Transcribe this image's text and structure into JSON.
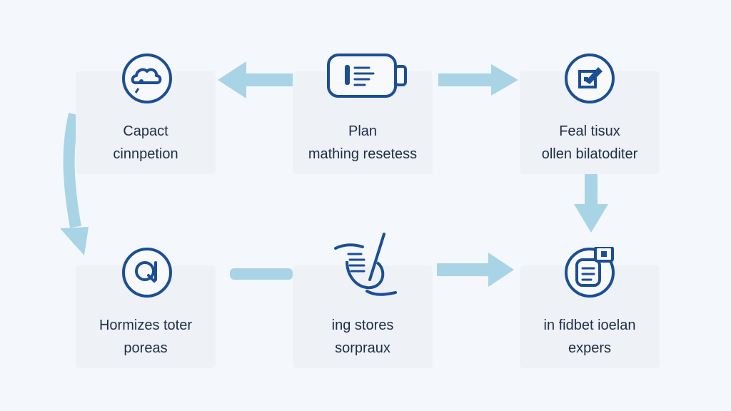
{
  "colors": {
    "background": "#f4f7fb",
    "card": "#eef1f5",
    "icon": "#1c4e96",
    "arrow": "#a8d4e6",
    "text": "#1f2d4a"
  },
  "steps": [
    {
      "line1": "Capact",
      "line2": "cinnpetion",
      "icon": "cloud-speech-icon"
    },
    {
      "line1": "Plan",
      "line2": "mathing resetess",
      "icon": "battery-document-icon"
    },
    {
      "line1": "Feal tisux",
      "line2": "ollen bilatoditer",
      "icon": "pencil-note-icon"
    },
    {
      "line1": "Hormizes toter",
      "line2": "poreas",
      "icon": "search-q-icon"
    },
    {
      "line1": "ing stores",
      "line2": "sorpraux",
      "icon": "quill-scroll-icon"
    },
    {
      "line1": "in fidbet ioelan",
      "line2": "expers",
      "icon": "document-list-icon"
    }
  ]
}
